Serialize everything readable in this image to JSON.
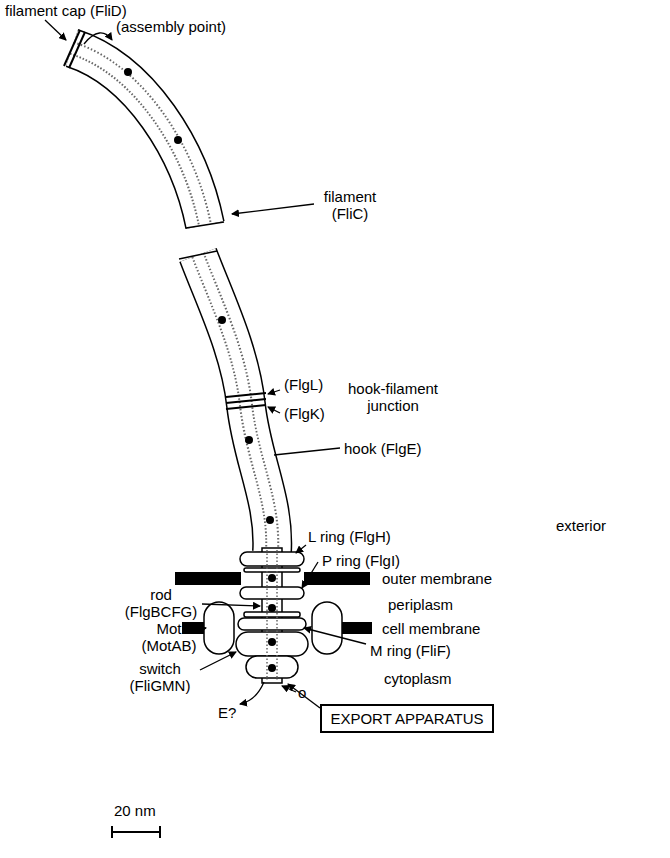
{
  "diagram": {
    "nodes": [
      {
        "text": [
          "EXPORT APPARATUS"
        ]
      }
    ],
    "labels": [
      "filament cap (FliD)",
      "(assembly point)",
      "filament (FliC)",
      "(FlgL)",
      "(FlgK)",
      "hook-filament junction",
      "hook (FlgE)",
      "exterior",
      "L ring (FlgH)",
      "P ring (FlgI)",
      "outer membrane",
      "periplasm",
      "rod (FlgBCFG)",
      "cell membrane",
      "Mot (MotAB)",
      "M ring (FliF)",
      "switch (FliGMN)",
      "cytoplasm",
      "E?",
      "o",
      "20 nm"
    ]
  }
}
